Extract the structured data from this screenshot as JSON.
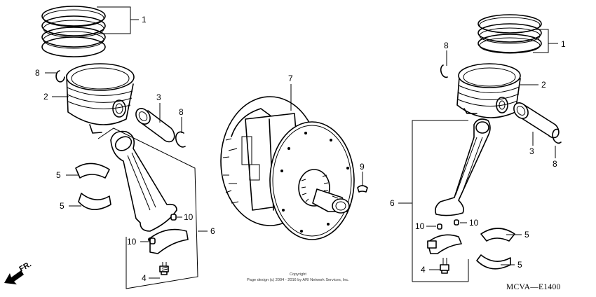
{
  "callouts": {
    "piston_ring_left": "1",
    "piston_ring_right": "1",
    "piston_left": "2",
    "piston_right": "2",
    "piston_pin_left": "3",
    "piston_pin_right": "3",
    "bolt_left": "4",
    "bolt_right": "4",
    "bearing_upper_left": "5",
    "bearing_lower_left": "5",
    "bearing_upper_right": "5",
    "bearing_lower_right": "5",
    "rod_assembly_left": "6",
    "rod_assembly_right": "6",
    "crankshaft": "7",
    "clip_top_left": "8",
    "clip_pin_left": "8",
    "clip_top_right": "8",
    "clip_pin_right": "8",
    "key": "9",
    "dowel_left_upper": "10",
    "dowel_left_lower": "10",
    "dowel_right_left": "10",
    "dowel_right_right": "10"
  },
  "copyright": {
    "line1": "Copyright",
    "line2": "Page design (c) 2004 - 2016 by ARI Network Services, Inc."
  },
  "direction_label": "FR.",
  "diagram_code": "MCVA—E1400"
}
